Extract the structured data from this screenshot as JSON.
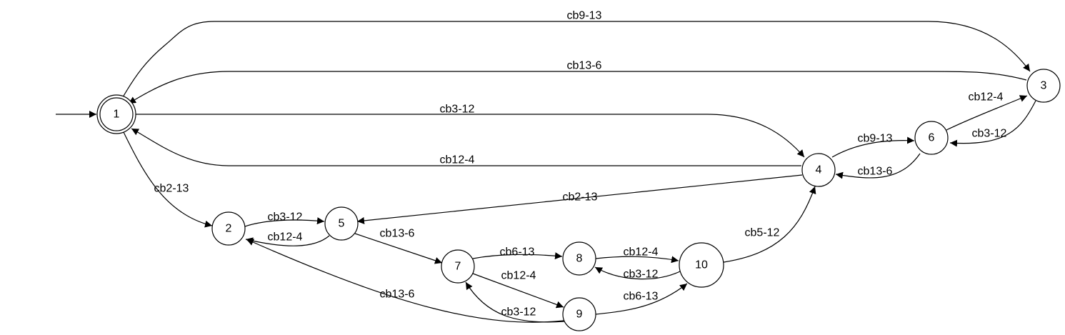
{
  "diagram": {
    "type": "state-machine",
    "colors": {
      "stroke": "#000000",
      "background": "#ffffff"
    },
    "start_node": "1",
    "nodes": [
      {
        "id": "1",
        "label": "1",
        "accepting": true
      },
      {
        "id": "2",
        "label": "2"
      },
      {
        "id": "3",
        "label": "3"
      },
      {
        "id": "4",
        "label": "4"
      },
      {
        "id": "5",
        "label": "5"
      },
      {
        "id": "6",
        "label": "6"
      },
      {
        "id": "7",
        "label": "7"
      },
      {
        "id": "8",
        "label": "8"
      },
      {
        "id": "9",
        "label": "9"
      },
      {
        "id": "10",
        "label": "10"
      }
    ],
    "edges": [
      {
        "from": "1",
        "to": "3",
        "label": "cb9-13"
      },
      {
        "from": "3",
        "to": "1",
        "label": "cb13-6"
      },
      {
        "from": "1",
        "to": "4",
        "label": "cb3-12"
      },
      {
        "from": "4",
        "to": "1",
        "label": "cb12-4"
      },
      {
        "from": "1",
        "to": "2",
        "label": "cb2-13"
      },
      {
        "from": "3",
        "to": "6",
        "label": "cb3-12"
      },
      {
        "from": "6",
        "to": "3",
        "label": "cb12-4"
      },
      {
        "from": "4",
        "to": "6",
        "label": "cb9-13"
      },
      {
        "from": "6",
        "to": "4",
        "label": "cb13-6"
      },
      {
        "from": "4",
        "to": "5",
        "label": "cb2-13"
      },
      {
        "from": "2",
        "to": "5",
        "label": "cb3-12"
      },
      {
        "from": "5",
        "to": "2",
        "label": "cb12-4"
      },
      {
        "from": "5",
        "to": "7",
        "label": "cb13-6"
      },
      {
        "from": "9",
        "to": "2",
        "label": "cb13-6"
      },
      {
        "from": "7",
        "to": "8",
        "label": "cb6-13"
      },
      {
        "from": "7",
        "to": "9",
        "label": "cb12-4"
      },
      {
        "from": "9",
        "to": "7",
        "label": "cb3-12"
      },
      {
        "from": "8",
        "to": "10",
        "label": "cb12-4"
      },
      {
        "from": "10",
        "to": "8",
        "label": "cb3-12"
      },
      {
        "from": "9",
        "to": "10",
        "label": "cb6-13"
      },
      {
        "from": "10",
        "to": "4",
        "label": "cb5-12"
      }
    ]
  }
}
